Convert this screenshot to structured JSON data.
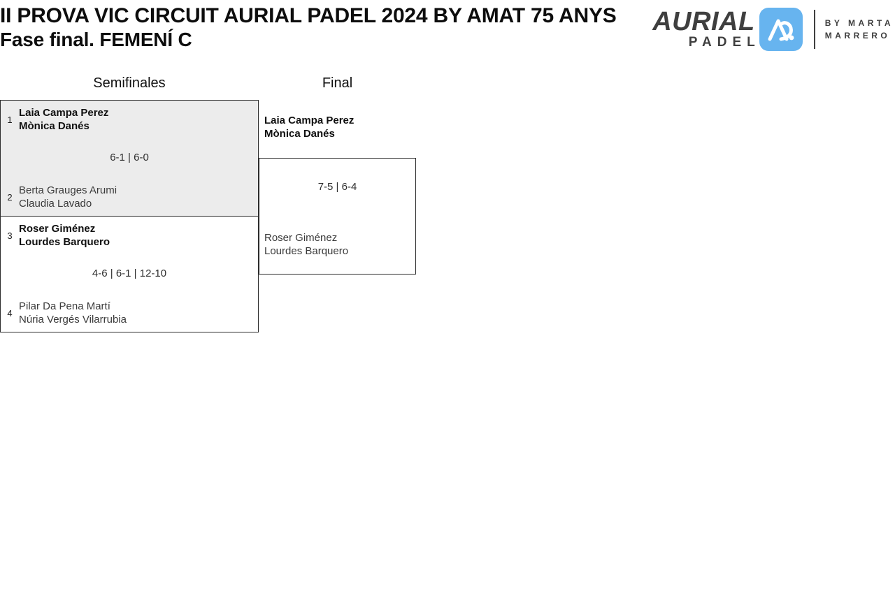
{
  "header": {
    "title_line_1": "II PROVA VIC CIRCUIT AURIAL PADEL 2024 BY AMAT 75 ANYS",
    "title_line_2": "Fase final. FEMENÍ C"
  },
  "logo": {
    "wordmark_main": "AURIAL",
    "wordmark_sub": "PADEL",
    "mark_icon": "ap-monogram-icon",
    "by_line_1": "BY MARTA",
    "by_line_2": "MARRERO",
    "mark_color": "#67b4ef",
    "wordmark_color": "#3f3f3f"
  },
  "bracket": {
    "rounds": [
      {
        "label": "Semifinales"
      },
      {
        "label": "Final"
      }
    ],
    "semifinals": [
      {
        "shaded": true,
        "top": {
          "seed": "1",
          "player_1": "Laia Campa Perez",
          "player_2": "Mònica Danés",
          "winner": true
        },
        "bottom": {
          "seed": "2",
          "player_1": "Berta Grauges Arumi",
          "player_2": "Claudia Lavado",
          "winner": false
        },
        "score": "6-1 | 6-0"
      },
      {
        "shaded": false,
        "top": {
          "seed": "3",
          "player_1": "Roser Giménez",
          "player_2": "Lourdes Barquero",
          "winner": true
        },
        "bottom": {
          "seed": "4",
          "player_1": "Pilar Da Pena Martí",
          "player_2": "Núria Vergés Vilarrubia",
          "winner": false
        },
        "score": "4-6 | 6-1 | 12-10"
      }
    ],
    "final": {
      "top": {
        "player_1": "Laia Campa Perez",
        "player_2": "Mònica Danés",
        "winner": true
      },
      "bottom": {
        "player_1": "Roser Giménez",
        "player_2": "Lourdes Barquero",
        "winner": false
      },
      "score": "7-5 | 6-4"
    }
  }
}
